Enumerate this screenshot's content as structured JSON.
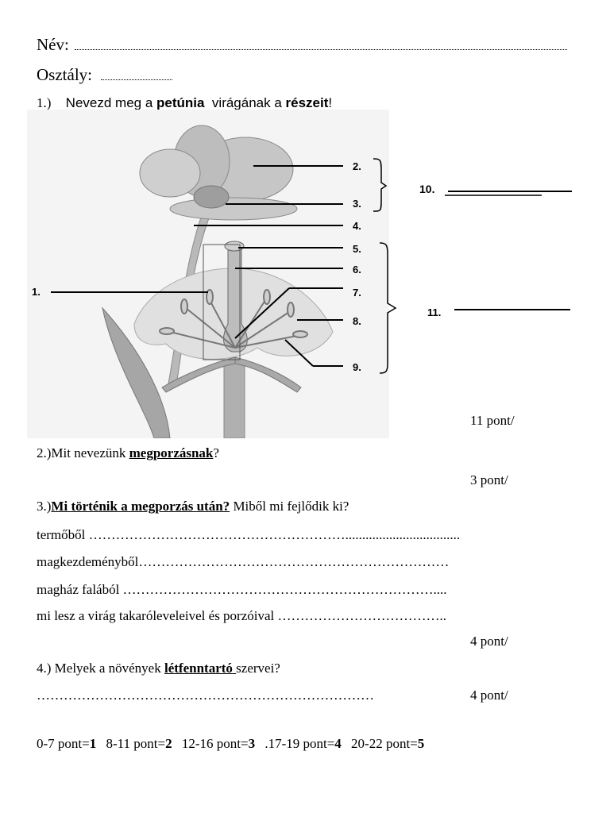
{
  "header": {
    "name_label": "Név:",
    "class_label": "Osztály:"
  },
  "q1": {
    "number": "1.)",
    "text_1": "Nevezd meg a ",
    "text_bold_1": "petúnia",
    "text_2": "  virágának a ",
    "text_bold_2": "részeit",
    "text_3": "!",
    "points": "11 pont/"
  },
  "diagram": {
    "labels": [
      "1.",
      "2.",
      "3.",
      "4.",
      "5.",
      "6.",
      "7.",
      "8.",
      "9.",
      "10.",
      "11."
    ]
  },
  "q2": {
    "prefix": "2.)Mit nevezünk ",
    "bold": "megporzásnak",
    "suffix": "?",
    "points": "3 pont/"
  },
  "q3": {
    "prefix": "3.)",
    "bold": "Mi történik a megporzás után?",
    "suffix": " Miből mi fejlődik ki?",
    "lines": [
      "termőből …………………………………………………..................................",
      "magkezdeményből……………………………………………………………",
      "magház falából ……………………………………………………………....",
      "mi lesz a virág takaróleveleivel és porzóival ……………………………….."
    ],
    "points": "4 pont/"
  },
  "q4": {
    "prefix": "4.) Melyek a növények ",
    "bold": "létfenntartó ",
    "suffix": "szervei?",
    "answer_line": "…………………………………………………………………",
    "points": "4 pont/"
  },
  "grading": [
    {
      "range": "0-7 pont=",
      "grade": "1"
    },
    {
      "range": "8-11 pont=",
      "grade": "2"
    },
    {
      "range": "12-16 pont=",
      "grade": "3"
    },
    {
      "range": ".17-19 pont=",
      "grade": "4"
    },
    {
      "range": "20-22 pont=",
      "grade": "5"
    }
  ]
}
